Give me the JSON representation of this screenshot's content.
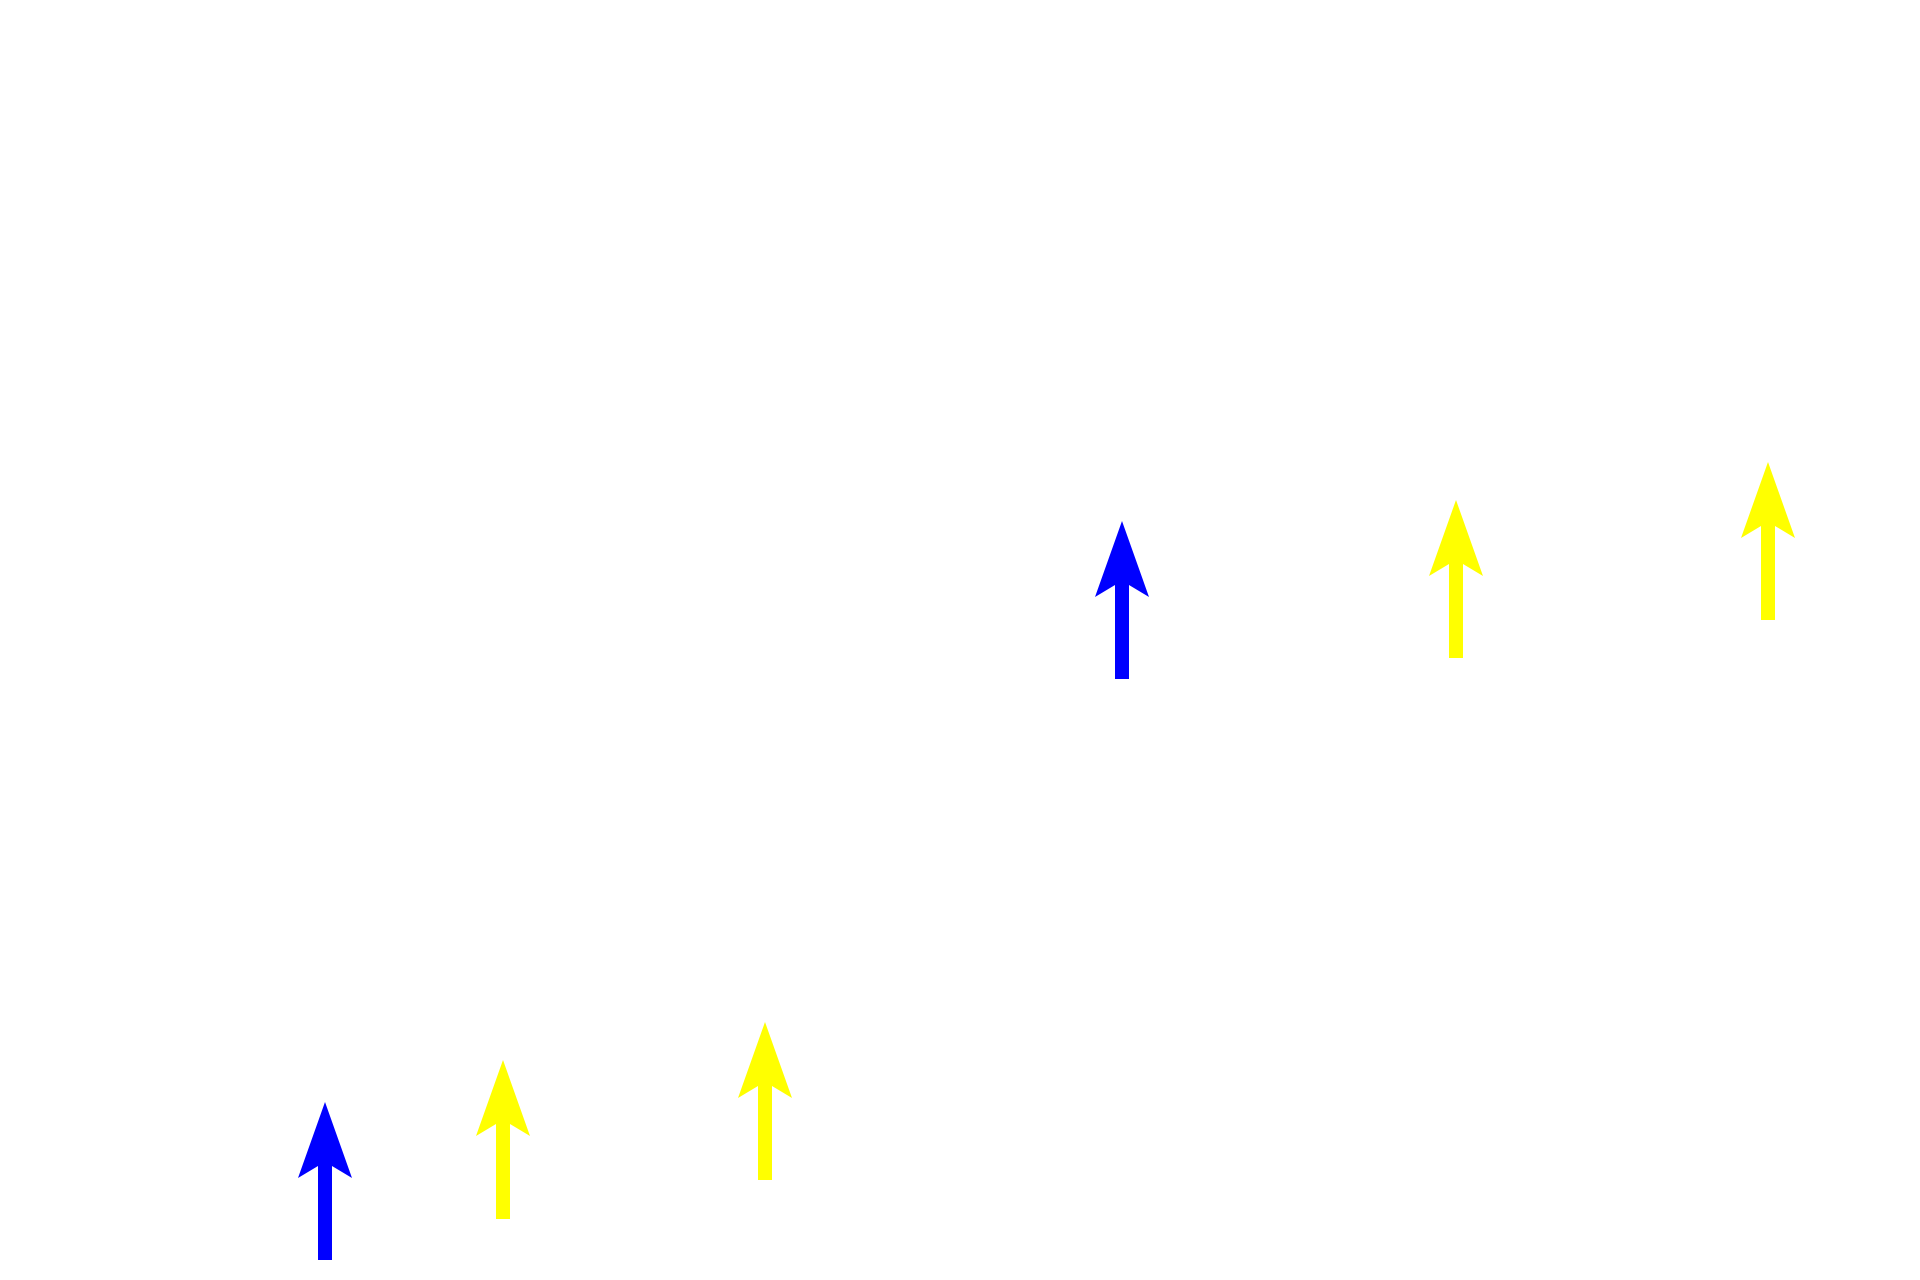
{
  "colors": {
    "background": "#ffffff",
    "primary_marker": "#0000ff",
    "secondary_marker": "#ffff00"
  },
  "markers": [
    {
      "id": "blue-1",
      "color": "#0000ff",
      "icon": "up-arrow-icon"
    },
    {
      "id": "yellow-1",
      "color": "#ffff00",
      "icon": "up-arrow-icon"
    },
    {
      "id": "yellow-2",
      "color": "#ffff00",
      "icon": "up-arrow-icon"
    },
    {
      "id": "blue-2",
      "color": "#0000ff",
      "icon": "up-arrow-icon"
    },
    {
      "id": "yellow-3",
      "color": "#ffff00",
      "icon": "up-arrow-icon"
    },
    {
      "id": "yellow-4",
      "color": "#ffff00",
      "icon": "up-arrow-icon"
    }
  ]
}
